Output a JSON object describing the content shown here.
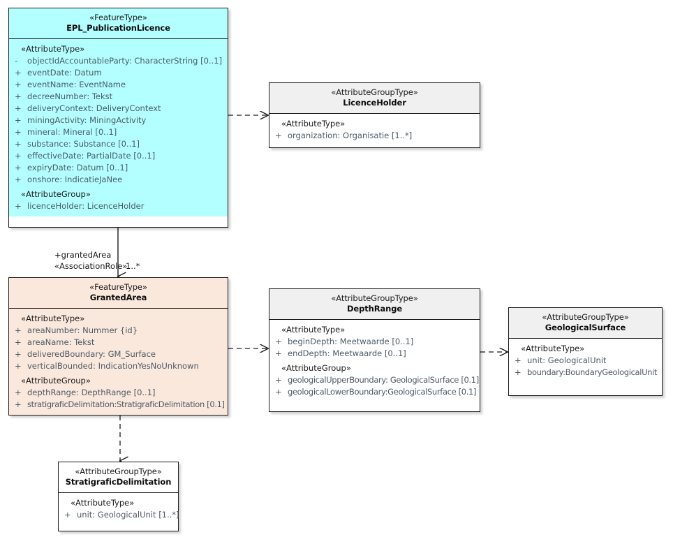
{
  "diagram": {
    "title": "EPL_PublicationLicence UML class diagram",
    "colors": {
      "feature_type_licence": "#b3ffff",
      "feature_type_area": "#fbe8dc",
      "attribute_group_header": "#f0f0f0",
      "border": "#1a1a1a",
      "attribute_text": "#4a5a66"
    }
  },
  "classes": {
    "epl_publication_licence": {
      "stereotype": "«FeatureType»",
      "name": "EPL_PublicationLicence",
      "compartments": [
        {
          "label": "«AttributeType»",
          "attributes": [
            {
              "visibility": "-",
              "text": "objectIdAccountableParty: CharacterString [0..1]"
            },
            {
              "visibility": "+",
              "text": "eventDate: Datum"
            },
            {
              "visibility": "+",
              "text": "eventName: EventName"
            },
            {
              "visibility": "+",
              "text": "decreeNumber: Tekst"
            },
            {
              "visibility": "+",
              "text": "deliveryContext: DeliveryContext"
            },
            {
              "visibility": "+",
              "text": "miningActivity: MiningActivity"
            },
            {
              "visibility": "+",
              "text": "mineral: Mineral [0..1]"
            },
            {
              "visibility": "+",
              "text": "substance: Substance [0..1]"
            },
            {
              "visibility": "+",
              "text": "effectiveDate: PartialDate [0..1]"
            },
            {
              "visibility": "+",
              "text": "expiryDate: Datum [0..1]"
            },
            {
              "visibility": "+",
              "text": "onshore: IndicatieJaNee"
            }
          ]
        },
        {
          "label": "«AttributeGroup»",
          "attributes": [
            {
              "visibility": "+",
              "text": "licenceHolder: LicenceHolder"
            }
          ]
        }
      ]
    },
    "licence_holder": {
      "stereotype": "«AttributeGroupType»",
      "name": "LicenceHolder",
      "compartments": [
        {
          "label": "«AttributeType»",
          "attributes": [
            {
              "visibility": "+",
              "text": "organization: Organisatie [1..*]"
            }
          ]
        }
      ]
    },
    "granted_area": {
      "stereotype": "«FeatureType»",
      "name": "GrantedArea",
      "compartments": [
        {
          "label": "«AttributeType»",
          "attributes": [
            {
              "visibility": "+",
              "text": "areaNumber: Nummer {id}"
            },
            {
              "visibility": "+",
              "text": "areaName: Tekst"
            },
            {
              "visibility": "+",
              "text": "deliveredBoundary: GM_Surface"
            },
            {
              "visibility": "+",
              "text": "verticalBounded: IndicationYesNoUnknown"
            }
          ]
        },
        {
          "label": "«AttributeGroup»",
          "attributes": [
            {
              "visibility": "+",
              "text": "depthRange: DepthRange [0..1]"
            },
            {
              "visibility": "+",
              "text": "stratigraficDelimitation:StratigraficDelimitation [0.1]"
            }
          ]
        }
      ]
    },
    "depth_range": {
      "stereotype": "«AttributeGroupType»",
      "name": "DepthRange",
      "compartments": [
        {
          "label": "«AttributeType»",
          "attributes": [
            {
              "visibility": "+",
              "text": "beginDepth: Meetwaarde [0..1]"
            },
            {
              "visibility": "+",
              "text": "endDepth: Meetwaarde [0..1]"
            }
          ]
        },
        {
          "label": "«AttributeGroup»",
          "attributes": [
            {
              "visibility": "+",
              "text": "geologicalUpperBoundary: GeologicalSurface [0.1]"
            },
            {
              "visibility": "+",
              "text": "geologicalLowerBoundary:GeologicalSurface [0.1]"
            }
          ]
        }
      ]
    },
    "geological_surface": {
      "stereotype": "«AttributeGroupType»",
      "name": "GeologicalSurface",
      "compartments": [
        {
          "label": "«AttributeType»",
          "attributes": [
            {
              "visibility": "+",
              "text": "unit: GeologicalUnit"
            },
            {
              "visibility": "+",
              "text": "boundary:BoundaryGeologicalUnit"
            }
          ]
        }
      ]
    },
    "stratigrafic_delimitation": {
      "stereotype": "«AttributeGroupType»",
      "name": "StratigraficDelimitation",
      "compartments": [
        {
          "label": "«AttributeType»",
          "attributes": [
            {
              "visibility": "+",
              "text": "unit: GeologicalUnit [1..*]"
            }
          ]
        }
      ]
    }
  },
  "connectors": {
    "licence_to_granted_area": {
      "kind": "association",
      "role_name": "+grantedArea",
      "stereotype": "«AssociationRole»",
      "multiplicity": "1..*"
    },
    "licence_to_licence_holder": {
      "kind": "dependency"
    },
    "granted_area_to_depth_range": {
      "kind": "dependency"
    },
    "depth_range_to_geological_surface": {
      "kind": "dependency"
    },
    "granted_area_to_stratigrafic": {
      "kind": "dependency"
    }
  }
}
